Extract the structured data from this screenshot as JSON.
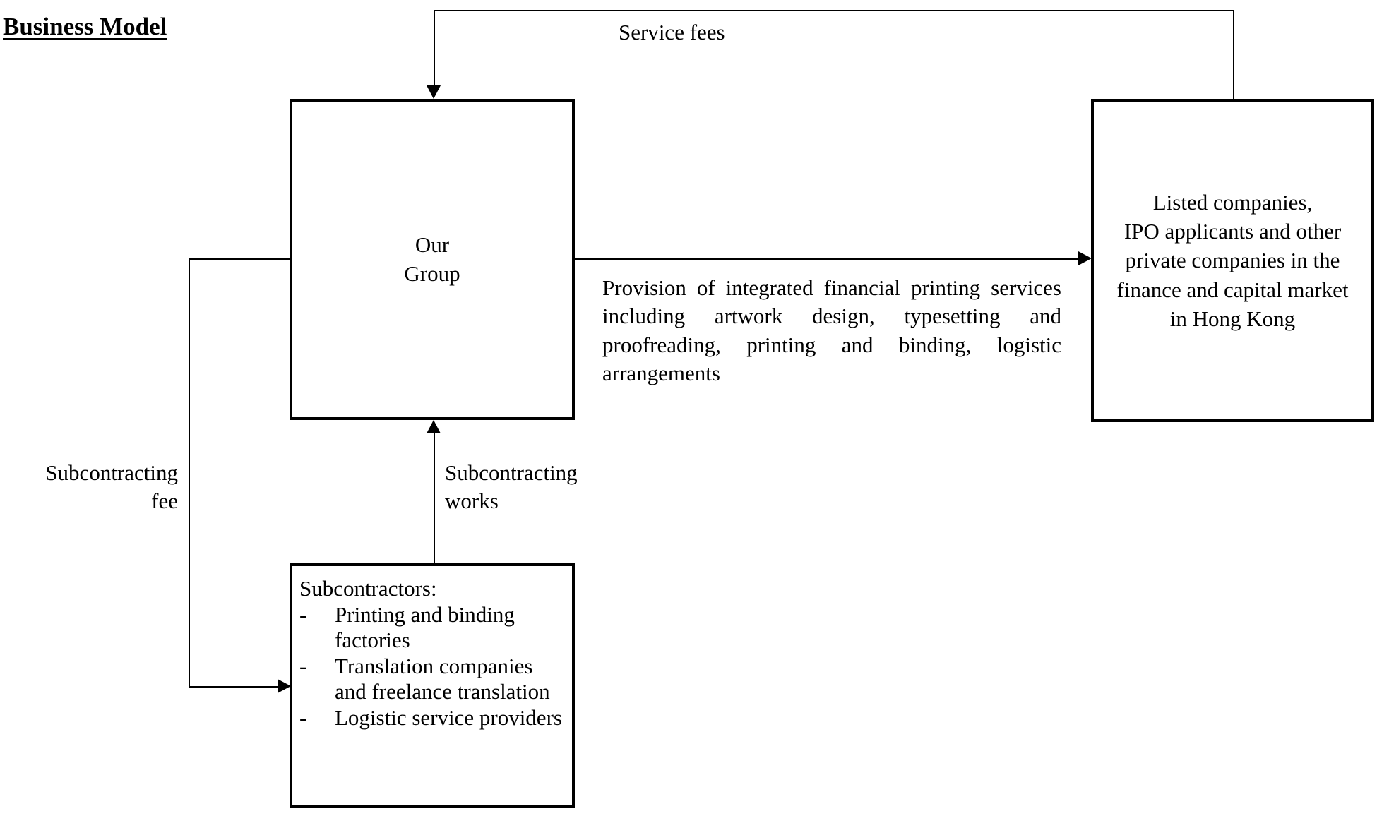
{
  "page": {
    "title": "Business Model"
  },
  "nodes": {
    "our_group": {
      "label": "Our\nGroup"
    },
    "clients": {
      "label": "Listed companies,\nIPO applicants and other\nprivate companies in the\nfinance and capital market\nin Hong Kong"
    },
    "subcontractors": {
      "heading": "Subcontractors:",
      "bullet_marker": "-",
      "items": [
        "Printing and binding factories",
        "Translation companies and freelance translation",
        "Logistic service providers"
      ]
    }
  },
  "edges": {
    "service_fees": {
      "label": "Service fees",
      "from": "clients",
      "to": "our_group"
    },
    "provision": {
      "label": "Provision of integrated financial printing services including artwork design, typesetting and proofreading, printing and binding, logistic arrangements",
      "from": "our_group",
      "to": "clients"
    },
    "subcontracting_fee": {
      "label": "Subcontracting\nfee",
      "from": "our_group",
      "to": "subcontractors"
    },
    "subcontracting_works": {
      "label": "Subcontracting\nworks",
      "from": "subcontractors",
      "to": "our_group"
    }
  },
  "style": {
    "background": "#ffffff",
    "stroke": "#000000",
    "text": "#000000"
  }
}
